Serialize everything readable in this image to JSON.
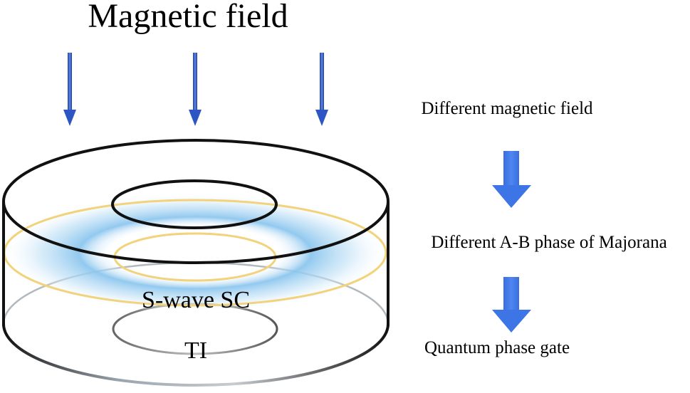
{
  "diagram": {
    "title": "Magnetic field",
    "device": {
      "layer_top_label": "S-wave SC",
      "layer_bottom_label": "TI"
    },
    "flow": {
      "step_1": "Different magnetic field",
      "step_2": "Different A-B phase of Majorana",
      "step_3": "Quantum phase gate"
    },
    "field_arrow_count": 3
  },
  "colors": {
    "field_arrow": "#2f5fd0",
    "flow_arrow": "#3d74e6",
    "gold_ring": "#f2d27a",
    "glow_blue": "#8cc6ee",
    "outline": "#111111"
  }
}
